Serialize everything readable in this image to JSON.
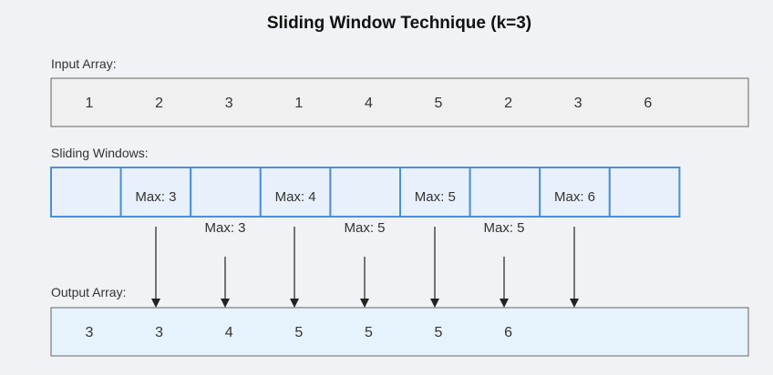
{
  "title": "Sliding Window Technique (k=3)",
  "input_label": "Input Array:",
  "windows_label": "Sliding Windows:",
  "output_label": "Output Array:",
  "input_values": [
    "1",
    "2",
    "3",
    "1",
    "4",
    "5",
    "2",
    "3",
    "6"
  ],
  "output_values": [
    "3",
    "3",
    "4",
    "5",
    "5",
    "5",
    "6"
  ],
  "window_cells": [
    "",
    "Max: 3",
    "",
    "Max: 4",
    "",
    "Max: 5",
    "",
    "Max: 6",
    ""
  ],
  "lower_max_labels": [
    "Max: 3",
    "Max: 5",
    "Max: 5"
  ],
  "colors": {
    "background": "#f0f2f5",
    "input_fill": "#f0f0f0",
    "window_fill": "#e8f0fb",
    "window_border": "#4a90d9",
    "output_fill": "#e6f2fc",
    "box_border": "#666666",
    "arrow": "#222222"
  }
}
